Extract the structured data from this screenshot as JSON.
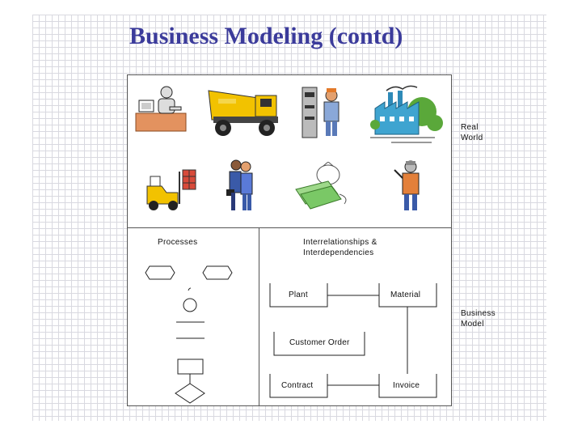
{
  "title": "Business Modeling (contd)",
  "real_world": {
    "line1": "Real",
    "line2": "World"
  },
  "business_model": {
    "line1": "Business",
    "line2": "Model"
  },
  "processes": {
    "label": "Processes"
  },
  "interrelationships": {
    "line1": "Interrelationships &",
    "line2": "Interdependencies"
  },
  "entities": {
    "plant": "Plant",
    "material": "Material",
    "customer_order": "Customer Order",
    "contract": "Contract",
    "invoice": "Invoice"
  },
  "clipart": [
    "office-worker-at-desk-icon",
    "dump-truck-icon",
    "factory-worker-at-machine-icon",
    "factory-building-icon",
    "forklift-icon",
    "business-people-icon",
    "money-bag-and-cash-icon",
    "technician-worker-icon"
  ],
  "colors": {
    "title": "#3b3b9b",
    "grid": "#d9d9e0",
    "outline": "#555555"
  }
}
